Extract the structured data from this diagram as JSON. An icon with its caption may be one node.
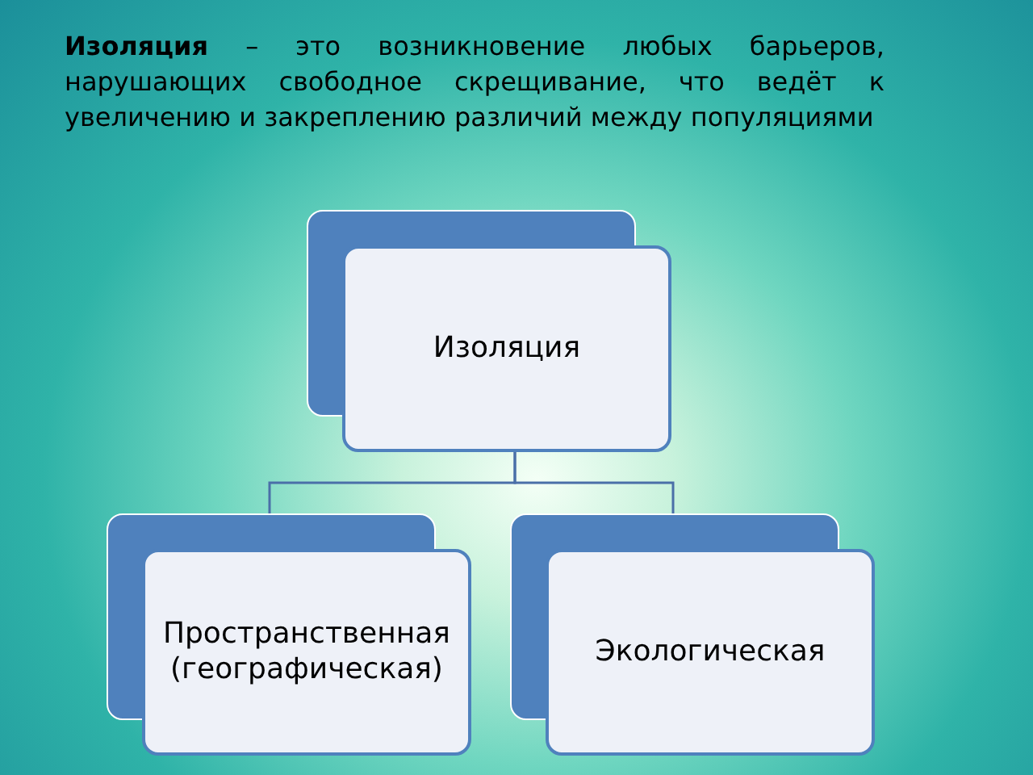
{
  "diagram": {
    "title": "**Изоляция** – это возникновение любых барьеров, нарушающих свободное скрещивание, что ведёт к увеличению и закреплению различий между популяциями",
    "nodes": [
      {
        "text": [
          "Изоляция"
        ]
      },
      {
        "text": [
          "Пространственная",
          "(географическая)"
        ]
      },
      {
        "text": [
          "Экологическая"
        ]
      }
    ],
    "edges": [
      {
        "from": 0,
        "to": 1,
        "arrow": "none"
      },
      {
        "from": 0,
        "to": 2,
        "arrow": "none"
      }
    ]
  }
}
